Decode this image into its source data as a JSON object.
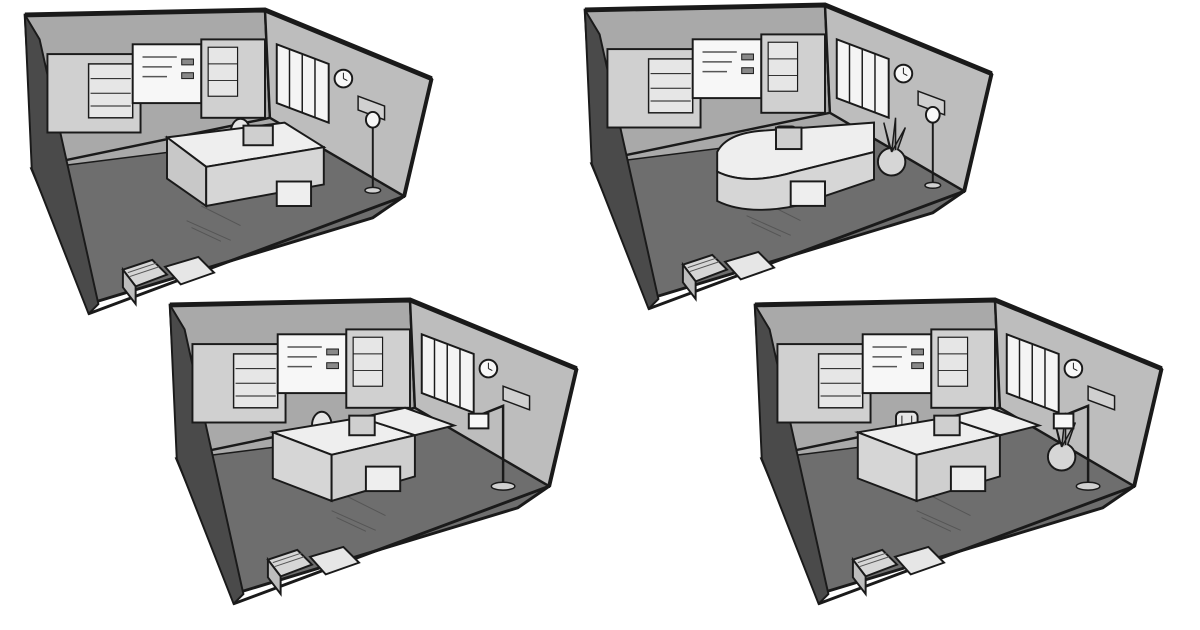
{
  "scene": {
    "background": "#ffffff",
    "palette": {
      "ink": "#1a1a1a",
      "floor": "#6e6e6e",
      "back_wall": "#a9a9a9",
      "side_wall": "#bdbdbd",
      "furniture": "#d6d6d6",
      "furniture_light": "#eeeeee",
      "paper": "#f7f7f7",
      "dark": "#8a8a8a"
    },
    "rooms": [
      {
        "desk_style": "straight",
        "chair": "office-chair-dotted",
        "lamp": "short-floor-lamp",
        "plant": false
      },
      {
        "desk_style": "curved",
        "chair": "leather-chair",
        "lamp": "short-floor-lamp",
        "plant": true
      },
      {
        "desk_style": "l-shaped",
        "chair": "office-chair",
        "lamp": "arc-floor-lamp",
        "plant": false
      },
      {
        "desk_style": "l-shaped",
        "chair": "leather-chair",
        "lamp": "arc-floor-lamp",
        "plant": true
      }
    ]
  }
}
